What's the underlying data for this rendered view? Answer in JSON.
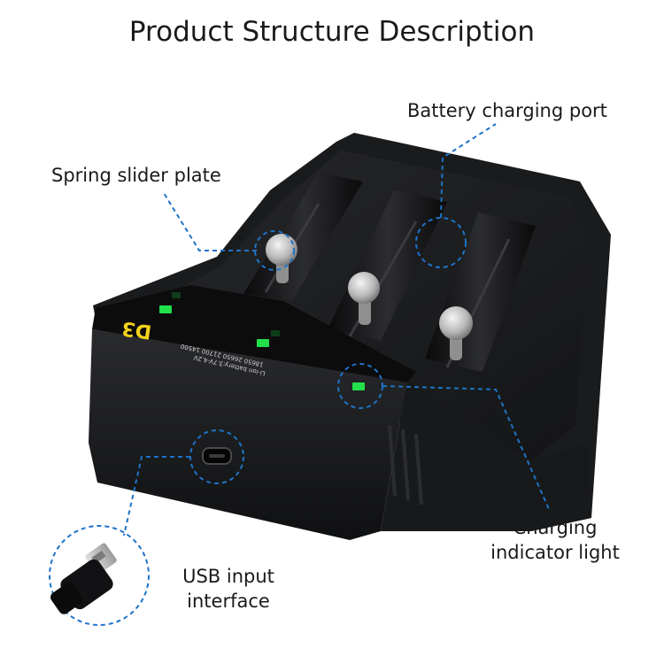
{
  "title": "Product Structure Description",
  "labels": {
    "spring_slider_plate": "Spring slider plate",
    "battery_charging_port": "Battery charging port",
    "charging_indicator_light_1": "Charging",
    "charging_indicator_light_2": "indicator light",
    "usb_input_1": "USB input",
    "usb_input_2": "interface"
  },
  "device": {
    "model": "D3",
    "spec_line_1": "Li-ion battery:3.7V-4.2V",
    "spec_line_2": "18650 26650 21700 14500"
  },
  "colors": {
    "callout": "#1e73c8",
    "led": "#22e04a",
    "model_text": "#f2d21b",
    "body": "#1b1c1e"
  }
}
